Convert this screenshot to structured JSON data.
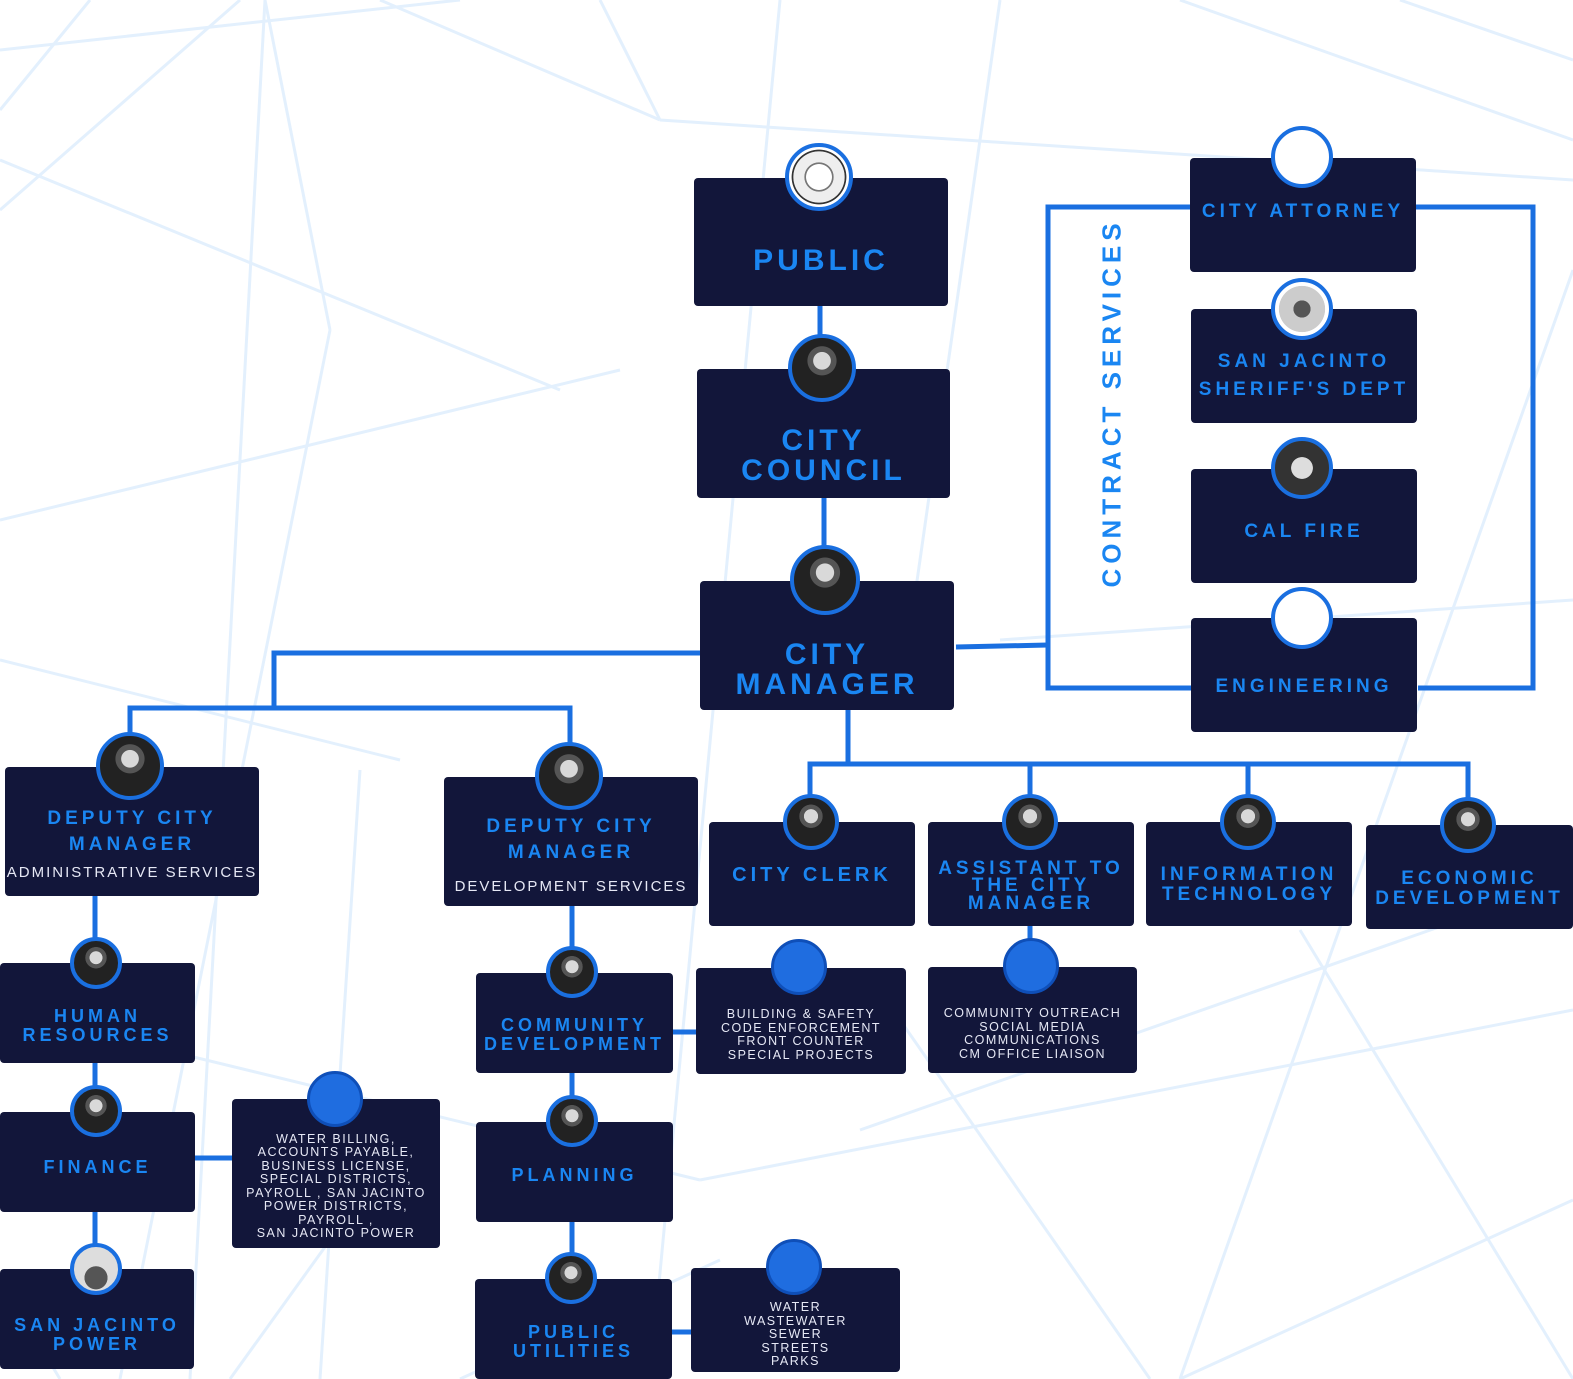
{
  "diagram": {
    "public": {
      "title": "PUBLIC"
    },
    "city_council": {
      "title": "CITY\nCOUNCIL"
    },
    "city_manager": {
      "title": "CITY\nMANAGER"
    },
    "contract_services": {
      "label": "CONTRACT SERVICES",
      "city_attorney": "CITY ATTORNEY",
      "sheriff": "SAN JACINTO\nSHERIFF'S DEPT",
      "cal_fire": "CAL FIRE",
      "engineering": "ENGINEERING"
    },
    "deputy_admin": {
      "title": "DEPUTY CITY\nMANAGER",
      "subtitle": "ADMINISTRATIVE SERVICES"
    },
    "deputy_dev": {
      "title": "DEPUTY CITY\nMANAGER",
      "subtitle": "DEVELOPMENT SERVICES"
    },
    "city_clerk": "CITY CLERK",
    "assistant": "ASSISTANT TO\nTHE CITY\nMANAGER",
    "info_tech": "INFORMATION\nTECHNOLOGY",
    "econ_dev": "ECONOMIC\nDEVELOPMENT",
    "human_resources": "HUMAN\nRESOURCES",
    "finance": "FINANCE",
    "finance_list": "WATER BILLING,\nACCOUNTS PAYABLE,\nBUSINESS LICENSE,\nSPECIAL DISTRICTS,\nPAYROLL , SAN JACINTO\nPOWER DISTRICTS,\nPAYROLL ,\nSAN JACINTO POWER",
    "sj_power": "SAN JACINTO\nPOWER",
    "community_dev": "COMMUNITY\nDEVELOPMENT",
    "community_dev_list": "BUILDING & SAFETY\nCODE ENFORCEMENT\nFRONT COUNTER\nSPECIAL PROJECTS",
    "assistant_list": "COMMUNITY OUTREACH\nSOCIAL MEDIA\nCOMMUNICATIONS\nCM OFFICE LIAISON",
    "planning": "PLANNING",
    "public_utilities": "PUBLIC\nUTILITIES",
    "utilities_list": "WATER\nWASTEWATER\nSEWER\nSTREETS\nPARKS"
  },
  "colors": {
    "box": "#12163a",
    "accent": "#1a86f2",
    "connector": "#1a6fe0",
    "bg_lines": "#e3f0fd"
  }
}
